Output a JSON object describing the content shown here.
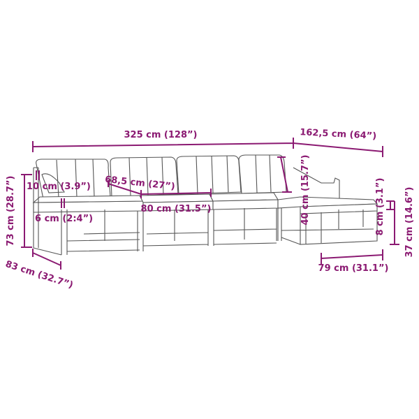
{
  "colors": {
    "dimension": "#8b1a72",
    "outline": "#555555"
  },
  "dimensions": {
    "total_width": "325 cm (128”)",
    "chaise_length": "162,5 cm (64”)",
    "armrest_height": "10 cm (3.9”)",
    "seat_depth": "68,5 cm (27”)",
    "module_width": "80 cm (31.5”)",
    "seat_thickness": "6 cm (2:4”)",
    "total_height": "73 cm (28.7”)",
    "total_depth": "83 cm (32.7”)",
    "backrest_height": "40 cm (15.7”)",
    "cushion_thickness": "8 cm (3.1”)",
    "seat_height": "37 cm (14.6”)",
    "ottoman_depth": "79 cm (31.1”)"
  }
}
